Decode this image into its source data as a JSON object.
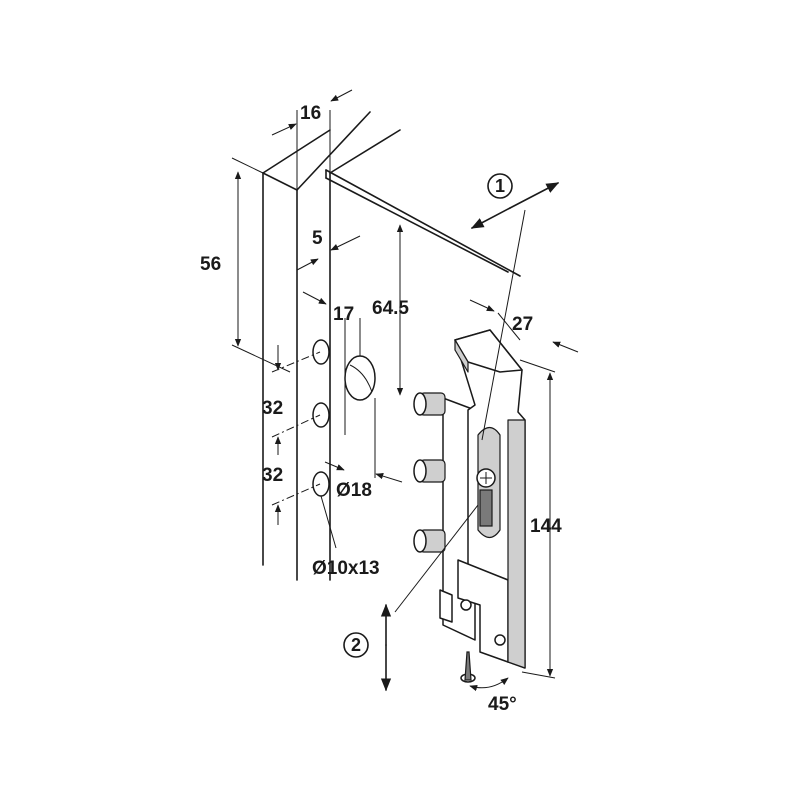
{
  "dimensions": {
    "panel_thickness": "16",
    "height_top_hole": "56",
    "edge_offset": "5",
    "hole_offset": "17",
    "slot_distance": "64.5",
    "bracket_depth": "27",
    "hole_spacing_1": "32",
    "hole_spacing_2": "32",
    "big_hole_diameter": "Ø18",
    "small_hole_size": "Ø10x13",
    "bracket_height": "144",
    "screw_angle": "45°"
  },
  "callouts": {
    "depth_adjustment": "1",
    "height_adjustment": "2"
  }
}
